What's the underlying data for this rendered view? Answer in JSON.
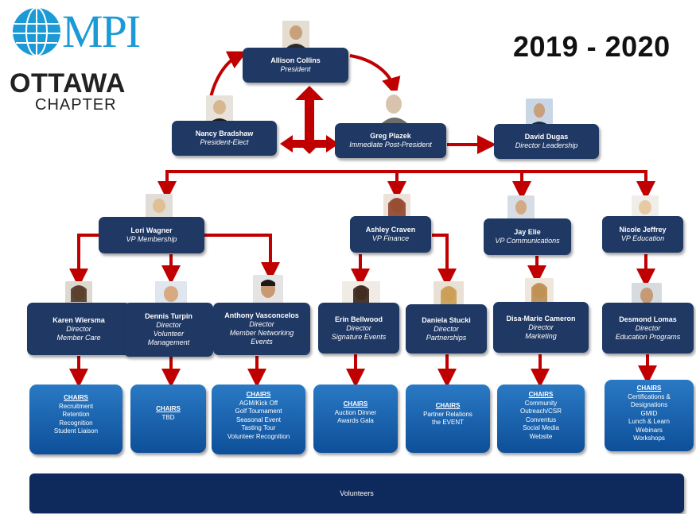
{
  "logo": {
    "brand": "MPI",
    "city": "OTTAWA",
    "subtitle": "CHAPTER"
  },
  "year": "2019 - 2020",
  "colors": {
    "box": "#1f3864",
    "arrow": "#c00000",
    "chairs": "#1565b5",
    "logo_blue": "#1b9ad6"
  },
  "people": {
    "president": {
      "name": "Allison Collins",
      "role": "President"
    },
    "president_elect": {
      "name": "Nancy Bradshaw",
      "role": "President-Elect"
    },
    "past_president": {
      "name": "Greg Plazek",
      "role": "Immediate Post-President"
    },
    "director_leadership": {
      "name": "David Dugas",
      "role": "Director Leadership"
    },
    "vp_membership": {
      "name": "Lori Wagner",
      "role": "VP Membership"
    },
    "vp_finance": {
      "name": "Ashley Craven",
      "role": "VP Finance"
    },
    "vp_communications": {
      "name": "Jay Elie",
      "role": "VP Communications"
    },
    "vp_education": {
      "name": "Nicole Jeffrey",
      "role": "VP Education"
    },
    "dir_member_care": {
      "name": "Karen Wiersma",
      "role1": "Director",
      "role2": "Member Care"
    },
    "dir_volunteer": {
      "name": "Dennis Turpin",
      "role1": "Director",
      "role2": "Volunteer",
      "role3": "Management"
    },
    "dir_networking": {
      "name": "Anthony Vasconcelos",
      "role1": "Director",
      "role2": "Member Networking",
      "role3": "Events"
    },
    "dir_signature": {
      "name": "Erin Bellwood",
      "role1": "Director",
      "role2": "Signature Events"
    },
    "dir_partnerships": {
      "name": "Daniela Stucki",
      "role1": "Director",
      "role2": "Partnerships"
    },
    "dir_marketing": {
      "name": "Disa-Marie Cameron",
      "role1": "Director",
      "role2": "Marketing"
    },
    "dir_education": {
      "name": "Desmond Lomas",
      "role1": "Director",
      "role2": "Education Programs"
    }
  },
  "chairs": {
    "heading": "CHAIRS",
    "member_care": [
      "Recruitment",
      "Retention",
      "Recognition",
      "Student Liaison"
    ],
    "volunteer": [
      "TBD"
    ],
    "networking": [
      "AGM/Kick Off",
      "Golf Tournament",
      "Seasonal Event",
      "Tasting Tour",
      "Volunteer Recognition"
    ],
    "signature": [
      "Auction Dinner",
      "Awards Gala"
    ],
    "partnerships": [
      "Partner Relations",
      "the EVENT"
    ],
    "marketing": [
      "Community",
      "Outreach/CSR",
      "Conventus",
      "Social Media",
      "Website"
    ],
    "education": [
      "Certifications &",
      "Designations",
      "GMID",
      "Lunch & Learn",
      "Webinars",
      "Workshops"
    ]
  },
  "volunteers": "Volunteers"
}
